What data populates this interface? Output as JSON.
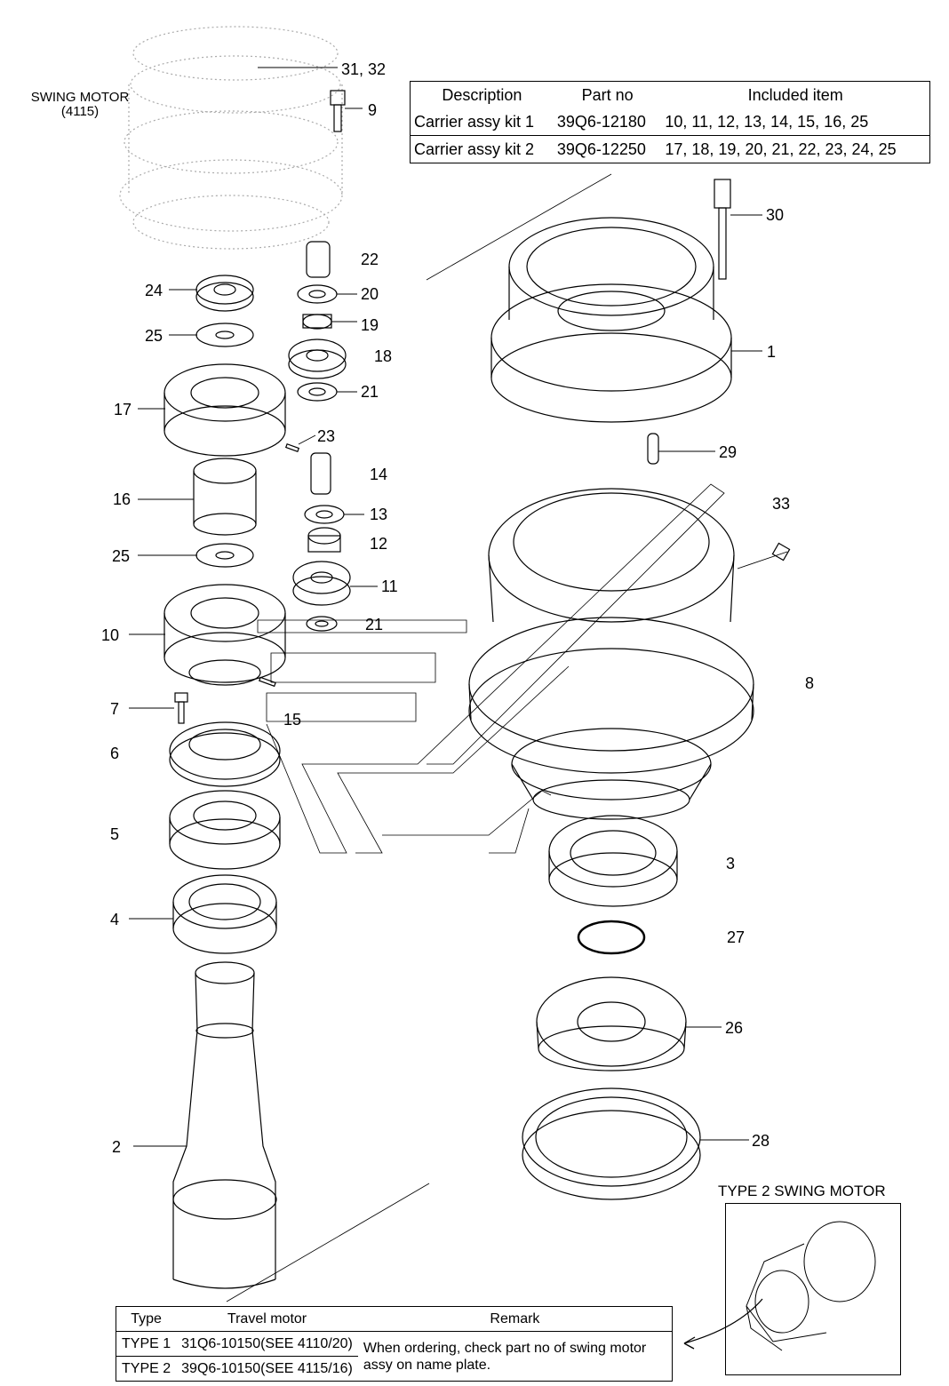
{
  "header": {
    "motor_title": "SWING MOTOR",
    "motor_ref": "(4115)"
  },
  "kit_table": {
    "headers": [
      "Description",
      "Part no",
      "Included item"
    ],
    "rows": [
      [
        "Carrier assy kit 1",
        "39Q6-12180",
        "10, 11, 12, 13, 14, 15, 16, 25"
      ],
      [
        "Carrier assy kit 2",
        "39Q6-12250",
        "17, 18, 19, 20, 21, 22, 23, 24, 25"
      ]
    ]
  },
  "type_table": {
    "headers": [
      "Type",
      "Travel motor",
      "Remark"
    ],
    "rows": [
      [
        "TYPE 1",
        "31Q6-10150(SEE 4110/20)"
      ],
      [
        "TYPE 2",
        "39Q6-10150(SEE 4115/16)"
      ]
    ],
    "remark": "When ordering, check part no of swing motor assy on name plate."
  },
  "inset": {
    "title": "TYPE 2 SWING MOTOR"
  },
  "callouts": {
    "c31_32": "31, 32",
    "c9": "9",
    "c30": "30",
    "c22": "22",
    "c24": "24",
    "c20": "20",
    "c19": "19",
    "c25a": "25",
    "c18": "18",
    "c1": "1",
    "c17": "17",
    "c21a": "21",
    "c23": "23",
    "c29": "29",
    "c14": "14",
    "c16": "16",
    "c13": "13",
    "c33": "33",
    "c12": "12",
    "c25b": "25",
    "c11": "11",
    "c21b": "21",
    "c10": "10",
    "c8": "8",
    "c7": "7",
    "c15": "15",
    "c6": "6",
    "c5": "5",
    "c3": "3",
    "c4": "4",
    "c27": "27",
    "c26": "26",
    "c2": "2",
    "c28": "28"
  }
}
